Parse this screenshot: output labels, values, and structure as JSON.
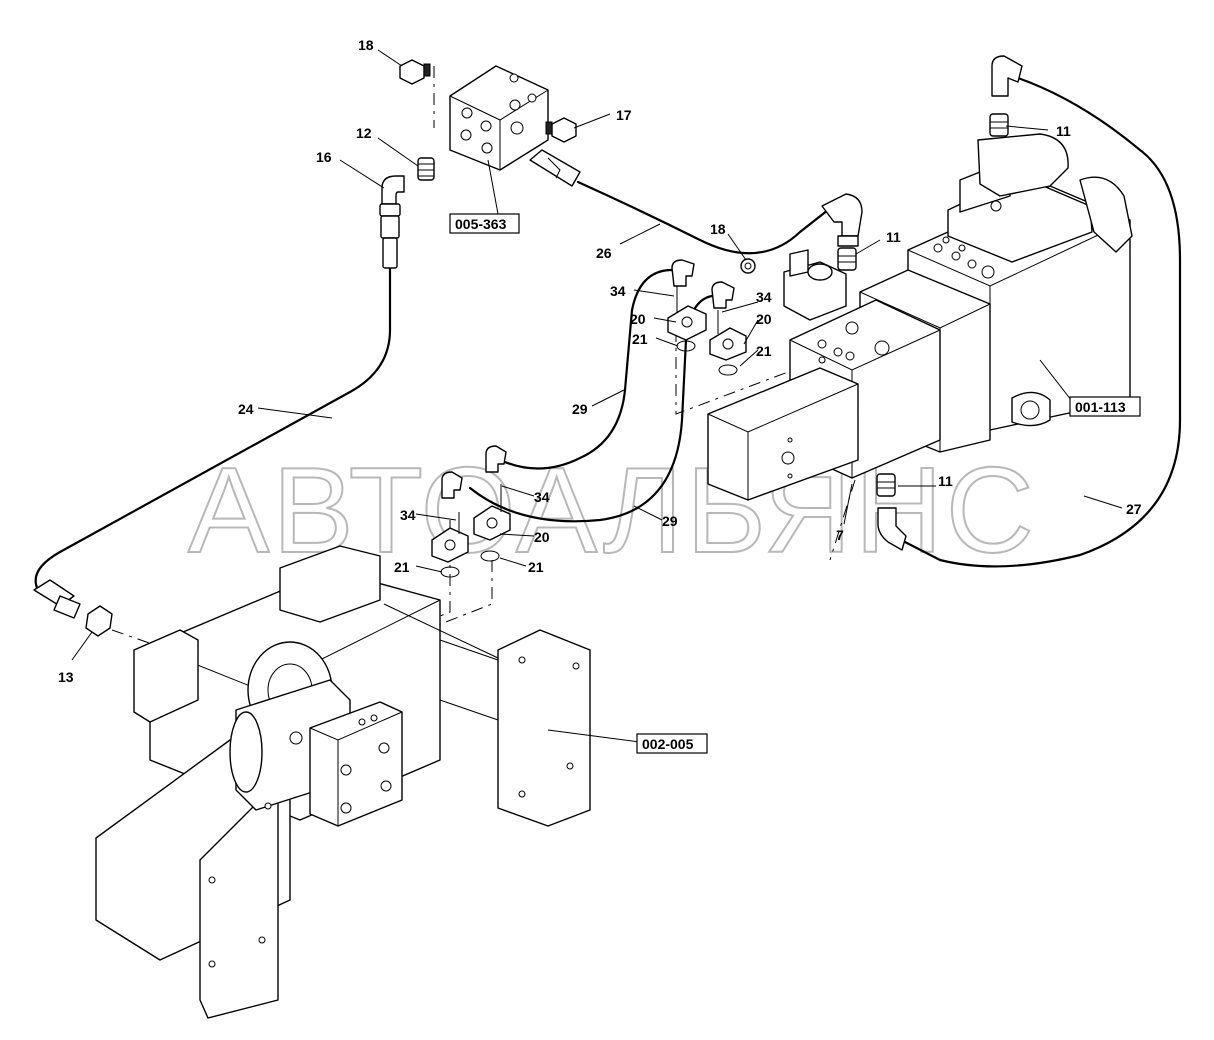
{
  "watermark": "АВТОАЛЬЯНС",
  "callouts": [
    {
      "id": "c18a",
      "text": "18"
    },
    {
      "id": "c17",
      "text": "17"
    },
    {
      "id": "c12",
      "text": "12"
    },
    {
      "id": "c16",
      "text": "16"
    },
    {
      "id": "c26",
      "text": "26"
    },
    {
      "id": "c18b",
      "text": "18"
    },
    {
      "id": "c11a",
      "text": "11"
    },
    {
      "id": "c11b",
      "text": "11"
    },
    {
      "id": "c34a",
      "text": "34"
    },
    {
      "id": "c34b",
      "text": "34"
    },
    {
      "id": "c20a",
      "text": "20"
    },
    {
      "id": "c20b",
      "text": "20"
    },
    {
      "id": "c21a",
      "text": "21"
    },
    {
      "id": "c21b",
      "text": "21"
    },
    {
      "id": "c29a",
      "text": "29"
    },
    {
      "id": "c24",
      "text": "24"
    },
    {
      "id": "c34c",
      "text": "34"
    },
    {
      "id": "c34d",
      "text": "34"
    },
    {
      "id": "c20c",
      "text": "20"
    },
    {
      "id": "c21c",
      "text": "21"
    },
    {
      "id": "c21d",
      "text": "21"
    },
    {
      "id": "c29b",
      "text": "29"
    },
    {
      "id": "c7",
      "text": "7"
    },
    {
      "id": "c11c",
      "text": "11"
    },
    {
      "id": "c27",
      "text": "27"
    },
    {
      "id": "c13",
      "text": "13"
    }
  ],
  "references": [
    {
      "id": "r005363",
      "text": "005-363"
    },
    {
      "id": "r001113",
      "text": "001-113"
    },
    {
      "id": "r002005",
      "text": "002-005"
    }
  ]
}
